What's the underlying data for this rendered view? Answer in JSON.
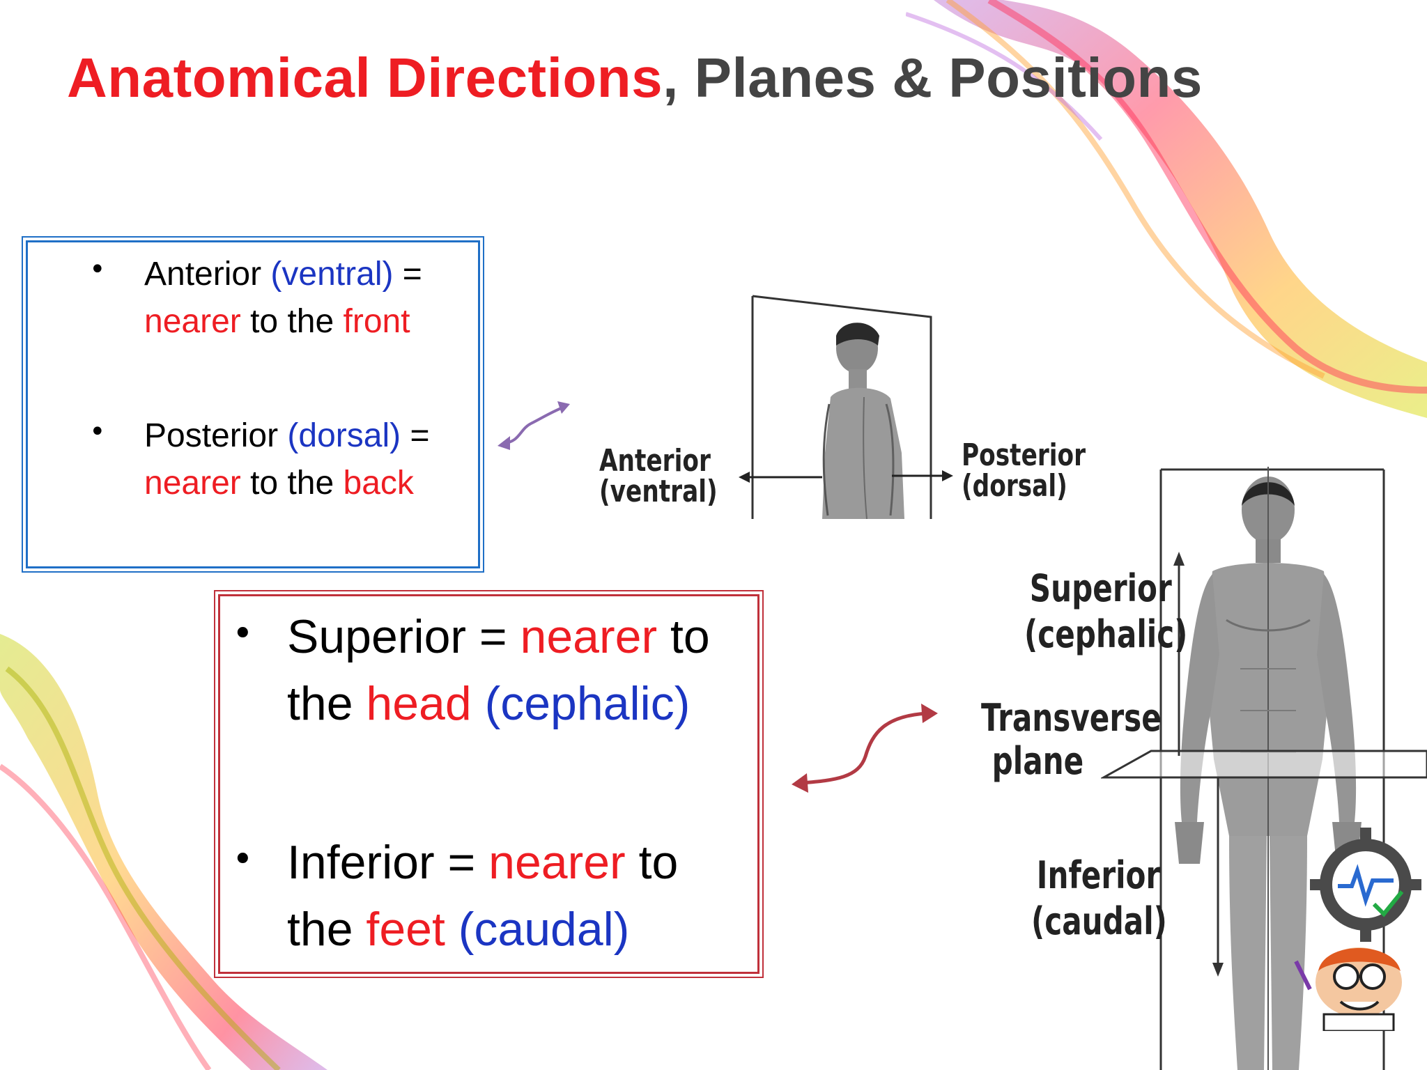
{
  "title": {
    "part1": "Anatomical Directions",
    "part2": ", Planes & Positions"
  },
  "box_anterior": {
    "item1": {
      "term": "Anterior",
      "alt": "(ventral)",
      "eq": " =",
      "w1": "nearer",
      "mid": " to the ",
      "w2": "front"
    },
    "item2": {
      "term": "Posterior",
      "alt": "(dorsal)",
      "eq": " =",
      "w1": "nearer",
      "mid": " to the ",
      "w2": "back"
    }
  },
  "box_superior": {
    "item1": {
      "term": "Superior = ",
      "w1": "nearer",
      "mid": " to",
      "pre": "the ",
      "w2": "head",
      "alt": " (cephalic)"
    },
    "item2": {
      "term": "Inferior = ",
      "w1": "nearer",
      "mid": " to",
      "pre": "the ",
      "w2": "feet",
      "alt": " (caudal)"
    }
  },
  "figure_side": {
    "anterior_line1": "Anterior",
    "anterior_line2": "(ventral)",
    "posterior_line1": "Posterior",
    "posterior_line2": "(dorsal)"
  },
  "figure_front": {
    "superior_line1": "Superior",
    "superior_line2": "(cephalic)",
    "transverse_line1": "Transverse",
    "transverse_line2": "plane",
    "inferior_line1": "Inferior",
    "inferior_line2": "(caudal)"
  },
  "colors": {
    "title_red": "#ee1d23",
    "title_gray": "#444444",
    "term_red": "#ee1d23",
    "term_blue": "#1b35c2",
    "box1_border": "#1f6fc6",
    "box2_border": "#c0303a"
  }
}
